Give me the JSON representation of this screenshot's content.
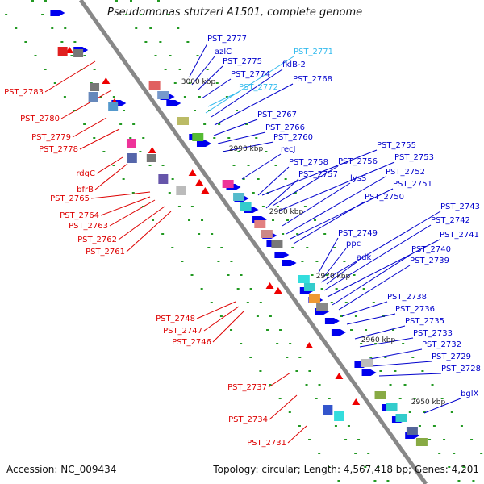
{
  "title": "Pseudomonas stutzeri A1501, complete genome",
  "footer": {
    "accession": "Accession: NC_009434",
    "topology": "Topology: circular; Length: 4,567,418 bp; Genes: 4,201"
  },
  "colors": {
    "backbone": "#888888",
    "right_label": "#0000cc",
    "left_label": "#dd0000",
    "highlight_label": "#33bbee",
    "tick": "#229922",
    "forward_gene": "#0000ee",
    "reverse_gene": "#ee0000"
  },
  "scale_ticks": [
    "3000 kbp",
    "2990 kbp",
    "2980 kbp",
    "2970 kbp",
    "2960 kbp",
    "2950 kbp"
  ],
  "right_labels": [
    {
      "text": "PST_2777",
      "color": "#0000cc"
    },
    {
      "text": "azlC",
      "color": "#0000cc"
    },
    {
      "text": "PST_2771",
      "color": "#33bbee"
    },
    {
      "text": "PST_2775",
      "color": "#0000cc"
    },
    {
      "text": "fklB-2",
      "color": "#0000cc"
    },
    {
      "text": "PST_2774",
      "color": "#0000cc"
    },
    {
      "text": "PST_2768",
      "color": "#0000cc"
    },
    {
      "text": "PST_2772",
      "color": "#33bbee"
    },
    {
      "text": "PST_2767",
      "color": "#0000cc"
    },
    {
      "text": "PST_2766",
      "color": "#0000cc"
    },
    {
      "text": "PST_2760",
      "color": "#0000cc"
    },
    {
      "text": "PST_2755",
      "color": "#0000cc"
    },
    {
      "text": "recJ",
      "color": "#0000cc"
    },
    {
      "text": "PST_2753",
      "color": "#0000cc"
    },
    {
      "text": "PST_2758",
      "color": "#0000cc"
    },
    {
      "text": "PST_2756",
      "color": "#0000cc"
    },
    {
      "text": "PST_2757",
      "color": "#0000cc"
    },
    {
      "text": "lysS",
      "color": "#0000cc"
    },
    {
      "text": "PST_2752",
      "color": "#0000cc"
    },
    {
      "text": "PST_2751",
      "color": "#0000cc"
    },
    {
      "text": "PST_2750",
      "color": "#0000cc"
    },
    {
      "text": "PST_2743",
      "color": "#0000cc"
    },
    {
      "text": "PST_2742",
      "color": "#0000cc"
    },
    {
      "text": "PST_2749",
      "color": "#0000cc"
    },
    {
      "text": "PST_2741",
      "color": "#0000cc"
    },
    {
      "text": "ppc",
      "color": "#0000cc"
    },
    {
      "text": "PST_2740",
      "color": "#0000cc"
    },
    {
      "text": "adk",
      "color": "#0000cc"
    },
    {
      "text": "PST_2739",
      "color": "#0000cc"
    },
    {
      "text": "PST_2738",
      "color": "#0000cc"
    },
    {
      "text": "PST_2736",
      "color": "#0000cc"
    },
    {
      "text": "PST_2735",
      "color": "#0000cc"
    },
    {
      "text": "PST_2733",
      "color": "#0000cc"
    },
    {
      "text": "PST_2732",
      "color": "#0000cc"
    },
    {
      "text": "PST_2729",
      "color": "#0000cc"
    },
    {
      "text": "PST_2728",
      "color": "#0000cc"
    },
    {
      "text": "bglX",
      "color": "#0000cc"
    }
  ],
  "left_labels": [
    "PST_2783",
    "PST_2780",
    "PST_2779",
    "PST_2778",
    "rdgC",
    "bfrB",
    "PST_2765",
    "PST_2764",
    "PST_2763",
    "PST_2762",
    "PST_2761",
    "PST_2748",
    "PST_2747",
    "PST_2746",
    "PST_2737",
    "PST_2734",
    "PST_2731"
  ]
}
